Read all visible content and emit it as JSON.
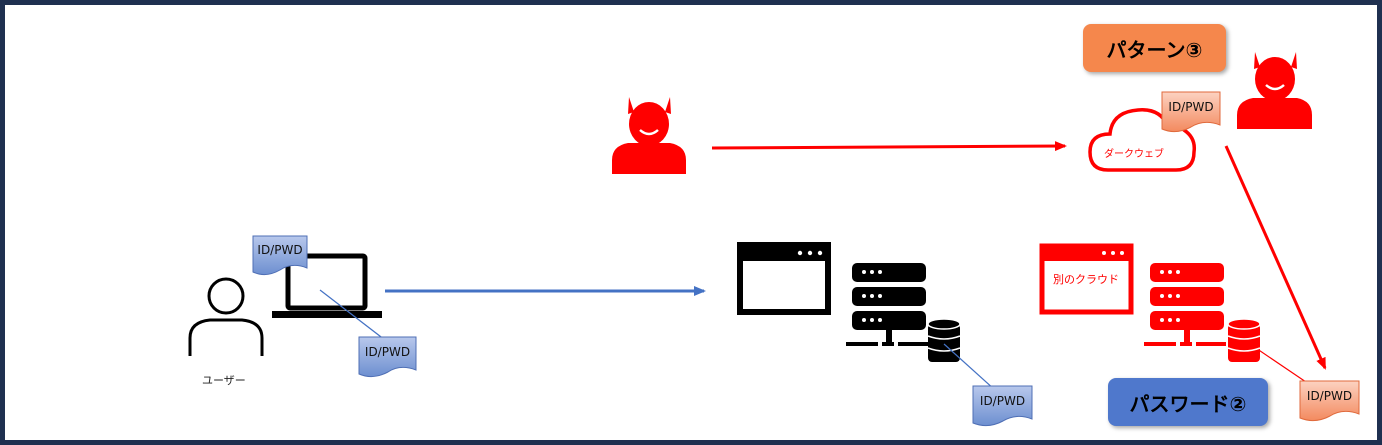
{
  "user": {
    "label": "ユーザー"
  },
  "credential": {
    "label": "ID/PWD"
  },
  "dark_web": {
    "label": "ダークウェブ"
  },
  "other_cloud": {
    "label": "別のクラウド"
  },
  "pattern3": {
    "label": "パターン③"
  },
  "password2": {
    "label": "パスワード②"
  },
  "colors": {
    "border": "#1f3050",
    "attack": "#ff0000",
    "flow": "#4472c4",
    "pattern3_fill": "#f5874c",
    "password2_fill": "#4f78cc",
    "note_blue": "#8fa8db",
    "note_orange": "#f7a98a"
  }
}
